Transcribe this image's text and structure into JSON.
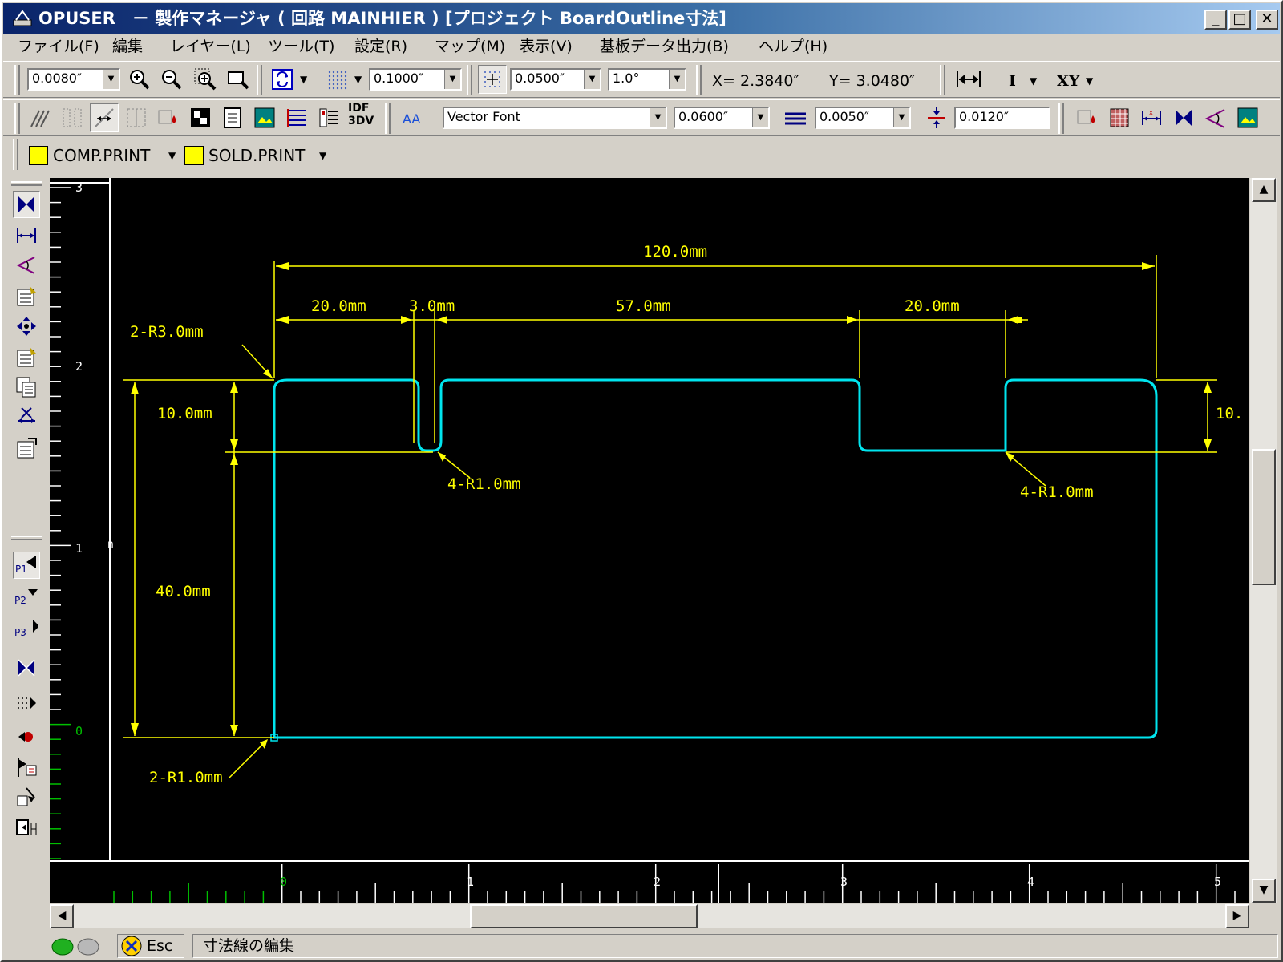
{
  "title": {
    "app": "OPUSER",
    "text": "OPUSER　－ 製作マネージャ ( 回路  MAINHIER ) [プロジェクト BoardOutline寸法]",
    "controls": [
      "minimize",
      "maximize",
      "close"
    ]
  },
  "menu": [
    "ファイル(F)",
    "編集",
    "レイヤー(L)",
    "ツール(T)",
    "設定(R)",
    "マップ(M)",
    "表示(V)",
    "基板データ出力(B)",
    "ヘルプ(H)"
  ],
  "toolbar1": {
    "line_width": "0.0080″",
    "grid_value": "0.1000″",
    "snap_value": "0.0500″",
    "angle": "1.0°",
    "coord_x": "X= 2.3840″",
    "coord_y": "Y= 3.0480″",
    "measure_mode": "I",
    "coord_mode": "XY"
  },
  "toolbar2": {
    "idf_label": "IDF",
    "idf_sub": "3DV",
    "font_label": "AA",
    "font": "Vector Font",
    "text_height": "0.0600″",
    "line_thickness": "0.0050″",
    "spacing": "0.0120″"
  },
  "layers": [
    {
      "name": "COMP.PRINT",
      "color": "#ffff00"
    },
    {
      "name": "SOLD.PRINT",
      "color": "#ffff00"
    }
  ],
  "left_tools": {
    "p1": "P1",
    "p2": "P2",
    "p3": "P3"
  },
  "canvas": {
    "background": "#000000",
    "outline_color": "#00e5ee",
    "dimension_color": "#ffff00",
    "ruler_color": "#ffffff",
    "origin_color": "#00c000",
    "dimensions": {
      "overall": "120.0mm",
      "seg1": "20.0mm",
      "seg2": "3.0mm",
      "seg3": "57.0mm",
      "seg4": "20.0mm",
      "left_upper": "10.0mm",
      "left_lower": "40.0mm",
      "right_upper": "10.",
      "radius_top": "2-R3.0mm",
      "radius_notch_left": "4-R1.0mm",
      "radius_notch_right": "4-R1.0mm",
      "radius_bottom": "2-R1.0mm"
    },
    "ruler_x_labels": [
      "0",
      "1",
      "2",
      "3",
      "4",
      "5"
    ],
    "ruler_y_labels": [
      "3",
      "2",
      "1",
      "0"
    ],
    "stray_label": "n"
  },
  "status": {
    "esc_label": "Esc",
    "message": "寸法線の編集"
  }
}
